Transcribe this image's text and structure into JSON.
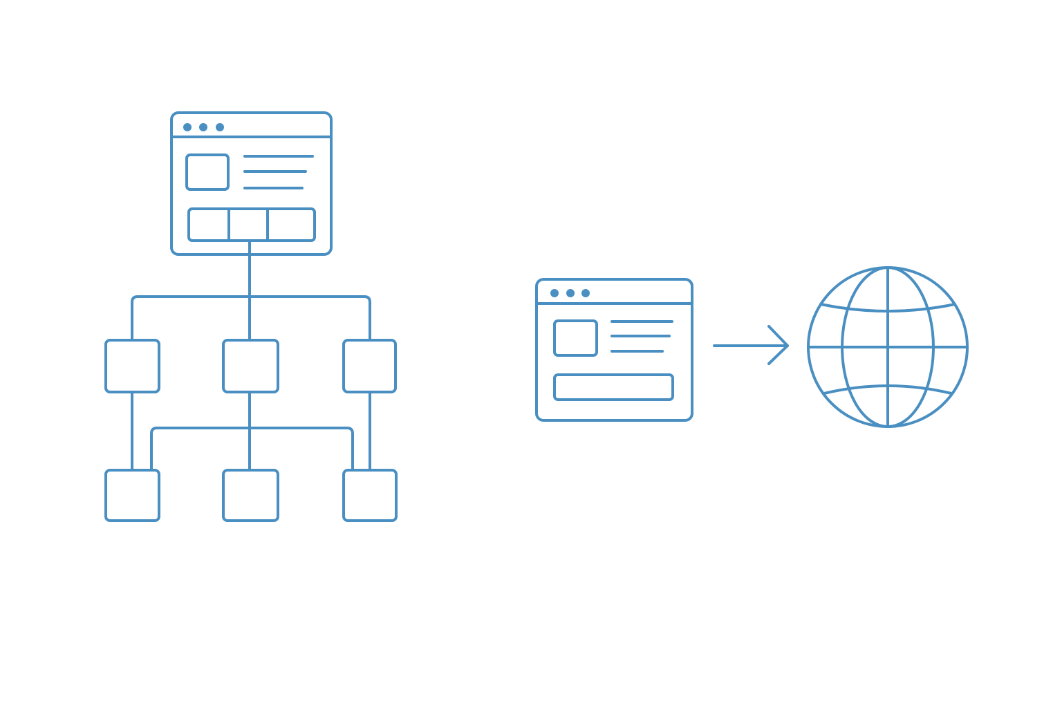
{
  "colors": {
    "background": "#ffffff",
    "line": "#4a8fc2"
  },
  "diagram": {
    "left": {
      "name": "site-hierarchy",
      "root": "browser-window-icon",
      "children_level_1": [
        "page-box",
        "page-box",
        "page-box"
      ],
      "children_level_2": [
        "page-box",
        "page-box",
        "page-box"
      ]
    },
    "right": {
      "name": "publish-to-web",
      "from": "browser-window-icon",
      "connector": "arrow-right-icon",
      "to": "globe-icon"
    }
  }
}
